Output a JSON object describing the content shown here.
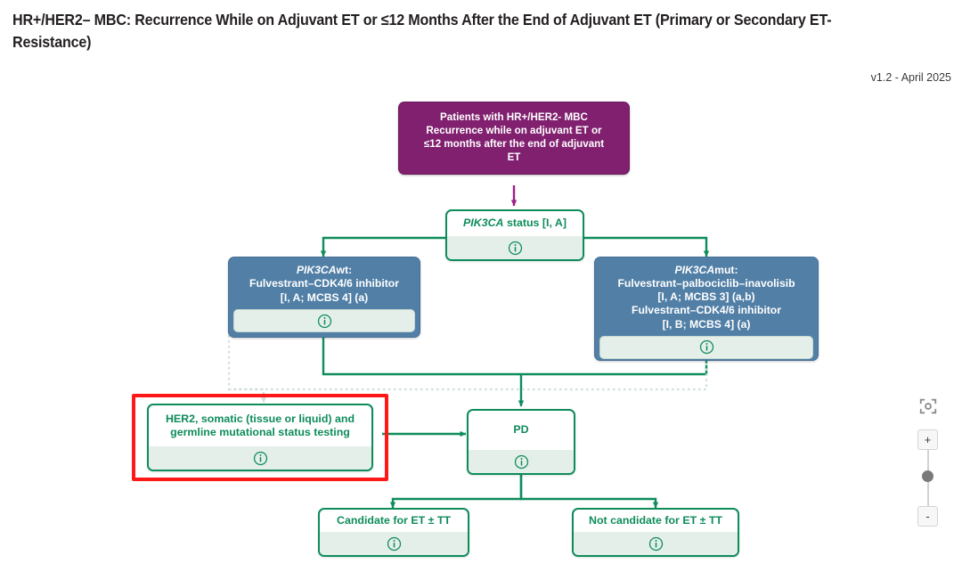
{
  "header": {
    "title": "HR+/HER2– MBC: Recurrence While on Adjuvant ET or ≤12 Months After the End of Adjuvant ET (Primary or Secondary ET-Resistance)",
    "version": "v1.2 - April 2025"
  },
  "colors": {
    "purple": "#80206F",
    "blue": "#517FA6",
    "green": "#0E8C5B",
    "green_footer": "#E4EFE9",
    "highlight_red": "#FF1818",
    "canvas": "#FFFFFF"
  },
  "nodes": {
    "root": {
      "id": "patients-root",
      "type": "purple",
      "lines": [
        "Patients with HR+/HER2- MBC",
        "Recurrence while on adjuvant ET or",
        "≤12 months after the end of adjuvant",
        "ET"
      ],
      "info_icon": "info-icon"
    },
    "pik3ca_status": {
      "id": "pik3ca-status",
      "type": "green",
      "label_italic": "PIK3CA",
      "label_rest": " status [I, A]",
      "info_icon": "info-icon"
    },
    "pik3ca_wt": {
      "id": "pik3ca-wt",
      "type": "blue",
      "lines": [
        "PIK3CAwt:",
        "Fulvestrant–CDK4/6 inhibitor",
        "[I, A; MCBS 4] (a)"
      ],
      "italic_prefix": "PIK3CA",
      "info_icon": "info-icon"
    },
    "pik3ca_mut": {
      "id": "pik3ca-mut",
      "type": "blue",
      "lines": [
        "PIK3CAmut:",
        "Fulvestrant–palbociclib–inavolisib",
        "[I, A; MCBS 3] (a,b)",
        "Fulvestrant–CDK4/6 inhibitor",
        "[I, B; MCBS 4] (a)"
      ],
      "italic_prefix": "PIK3CA",
      "info_icon": "info-icon"
    },
    "her2_testing": {
      "id": "her2-testing",
      "type": "green",
      "highlighted": true,
      "lines": [
        "HER2, somatic (tissue or liquid) and",
        "germline mutational status testing"
      ],
      "info_icon": "info-icon"
    },
    "pd": {
      "id": "progressive-disease",
      "type": "green",
      "label": "PD",
      "info_icon": "info-icon"
    },
    "candidate": {
      "id": "candidate-et-tt",
      "type": "green",
      "label": "Candidate for ET ± TT",
      "info_icon": "info-icon"
    },
    "not_candidate": {
      "id": "not-candidate-et-tt",
      "type": "green",
      "label": "Not candidate for ET ± TT",
      "info_icon": "info-icon"
    }
  },
  "controls": {
    "focus_icon": "focus-frame-icon",
    "zoom_in_label": "+",
    "zoom_out_label": "-",
    "slider_icon": "zoom-slider-thumb"
  }
}
